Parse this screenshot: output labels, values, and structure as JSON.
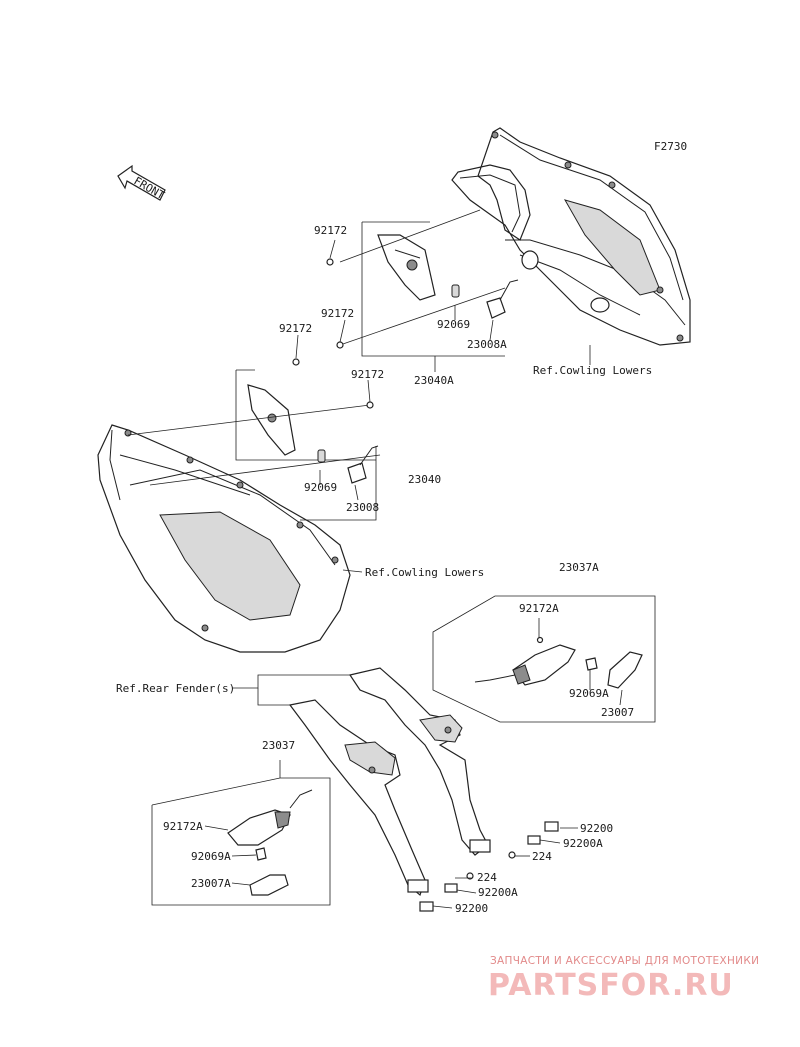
{
  "figure_code": "F2730",
  "front_arrow_label": "FRONT",
  "labels": {
    "p92172_a": "92172",
    "p92172_b": "92172",
    "p92172_c": "92172",
    "p92172_d": "92172",
    "p92069_a": "92069",
    "p23008A": "23008A",
    "p23040A": "23040A",
    "ref_cowling_lowers_a": "Ref.Cowling Lowers",
    "p92069_b": "92069",
    "p23008": "23008",
    "p23040": "23040",
    "ref_cowling_lowers_b": "Ref.Cowling Lowers",
    "p23037A": "23037A",
    "p92172A_a": "92172A",
    "p92069A_a": "92069A",
    "p23007": "23007",
    "ref_rear_fender": "Ref.Rear Fender(s)",
    "p23037": "23037",
    "p92172A_b": "92172A",
    "p92069A_b": "92069A",
    "p23007A": "23007A",
    "p92200_a": "92200",
    "p92200A_a": "92200A",
    "p224_a": "224",
    "p224_b": "224",
    "p92200A_b": "92200A",
    "p92200_b": "92200"
  },
  "watermark": {
    "tagline": "ЗАПЧАСТИ И АКСЕССУАРЫ ДЛЯ МОТОТЕХНИКИ",
    "brand": "PARTSFOR.RU"
  }
}
